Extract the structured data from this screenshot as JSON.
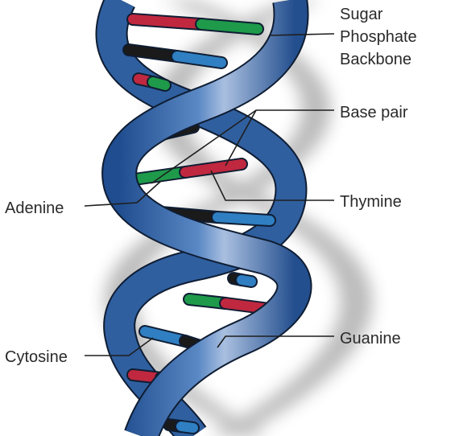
{
  "labels": {
    "sugar_line1": "Sugar",
    "sugar_line2": "Phosphate",
    "sugar_line3": "Backbone",
    "base_pair": "Base pair",
    "adenine": "Adenine",
    "thymine": "Thymine",
    "cytosine": "Cytosine",
    "guanine": "Guanine"
  },
  "colors": {
    "backbone": "#3d6eb0",
    "backbone_dark": "#1c3f73",
    "backbone_highlight": "#9db6da",
    "adenine": "#1e9a4a",
    "thymine": "#c0283f",
    "cytosine": "#2f7fc2",
    "guanine": "#1a1a1a",
    "outline": "#0f1d33",
    "text": "#2a2a2a"
  }
}
